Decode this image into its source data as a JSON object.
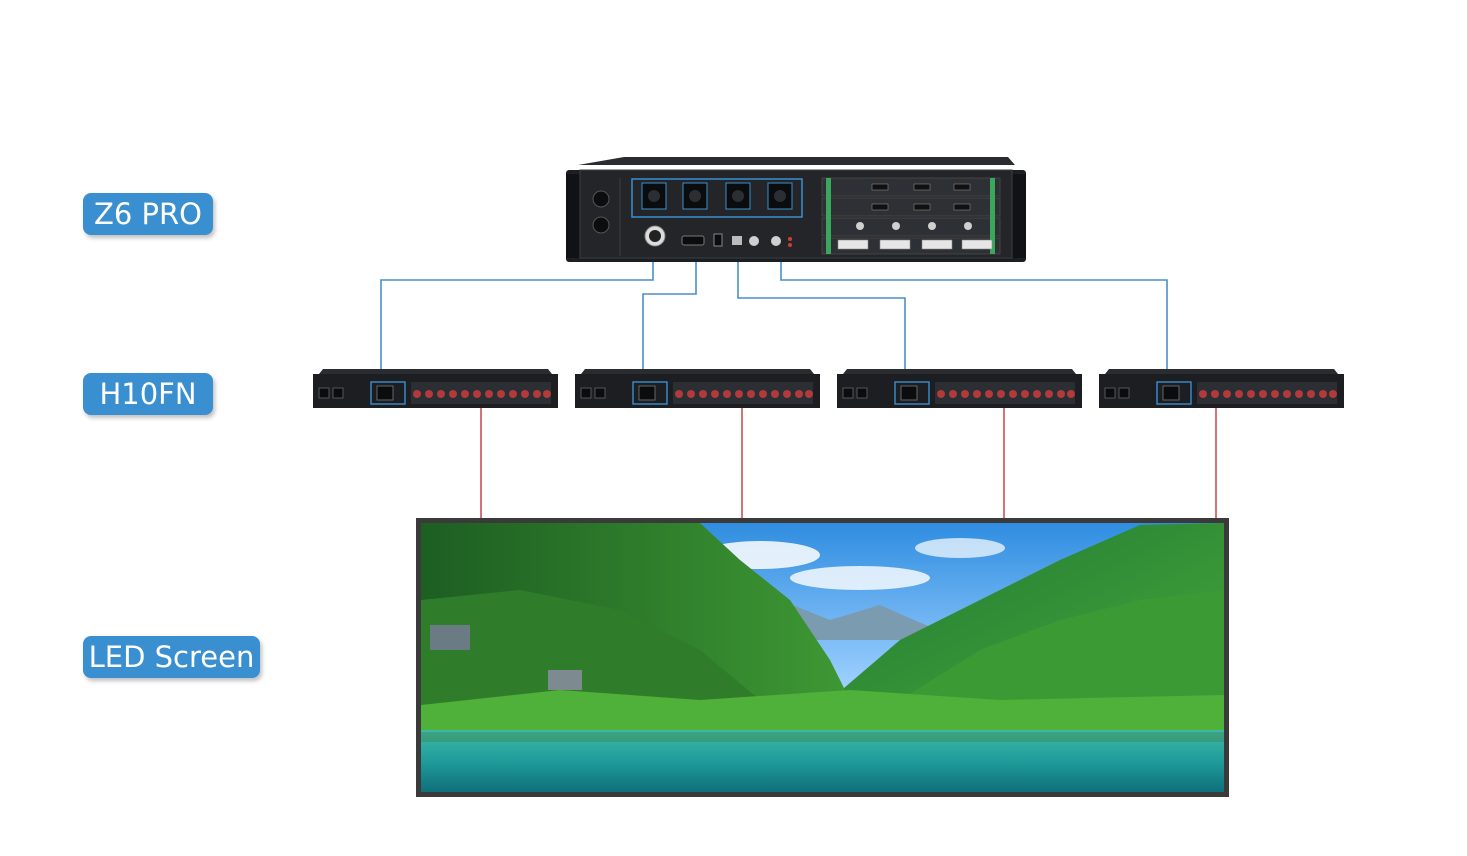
{
  "labels": {
    "z6": "Z6 PRO",
    "h10": "H10FN",
    "led": "LED Screen"
  },
  "colors": {
    "label_bg": "#3a8fd0",
    "ethernet_line": "#4a8fc8",
    "fiber_line": "#c0393c",
    "device_body": "#1c1e22"
  }
}
